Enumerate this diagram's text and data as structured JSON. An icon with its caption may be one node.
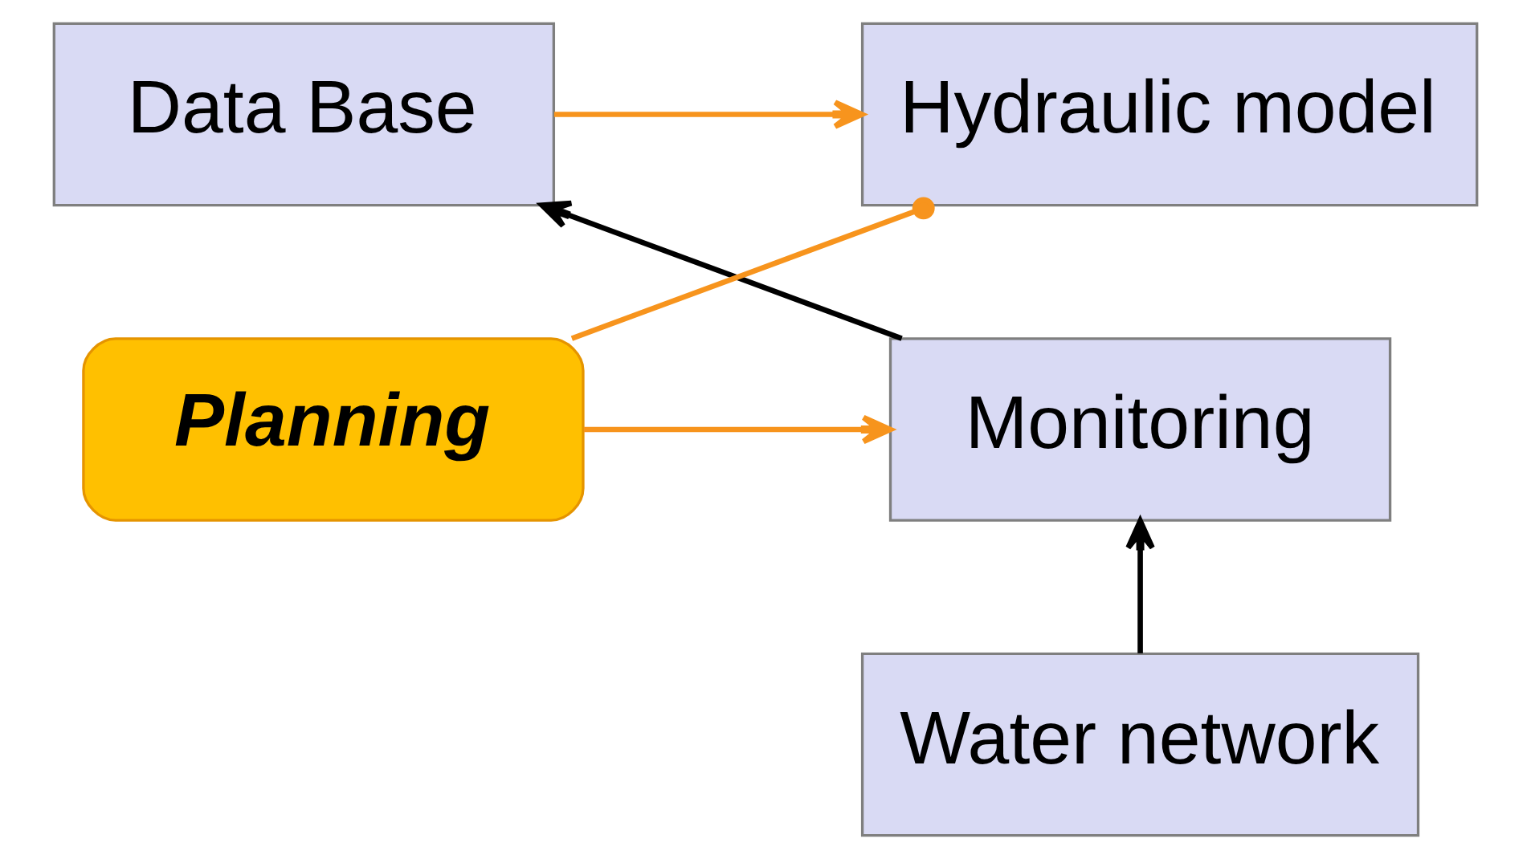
{
  "diagram": {
    "nodes": [
      {
        "text": [
          "Data Base"
        ]
      },
      {
        "text": [
          "Hydraulic model"
        ]
      },
      {
        "text": [
          "Monitoring"
        ]
      },
      {
        "text": [
          "Planning"
        ]
      },
      {
        "text": [
          "Water network"
        ]
      }
    ],
    "edges": [
      {
        "from": 0,
        "to": 1,
        "arrow": "to"
      },
      {
        "from": 2,
        "to": 0,
        "arrow": "to",
        "color": "#000000"
      },
      {
        "from": 4,
        "to": 2,
        "arrow": "to",
        "color": "#000000"
      },
      {
        "from": 3,
        "to": 2,
        "arrow": "to"
      },
      {
        "from": 3,
        "to": 1,
        "arrow": "other"
      }
    ]
  }
}
